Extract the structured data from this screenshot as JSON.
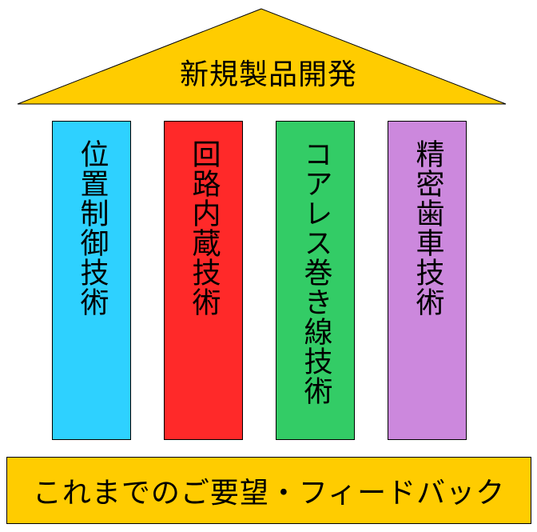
{
  "roof": {
    "title": "新規製品開発",
    "color": "#FFCC00"
  },
  "pillars": [
    {
      "label": "位置制御技術",
      "color": "#2ED1FF"
    },
    {
      "label": "回路内蔵技術",
      "color": "#FF2929"
    },
    {
      "label": "コアレス巻き線技術",
      "color": "#33CC66"
    },
    {
      "label": "精密歯車技術",
      "color": "#CC88DD"
    }
  ],
  "base": {
    "label": "これまでのご要望・フィードバック",
    "color": "#FFCC00"
  }
}
